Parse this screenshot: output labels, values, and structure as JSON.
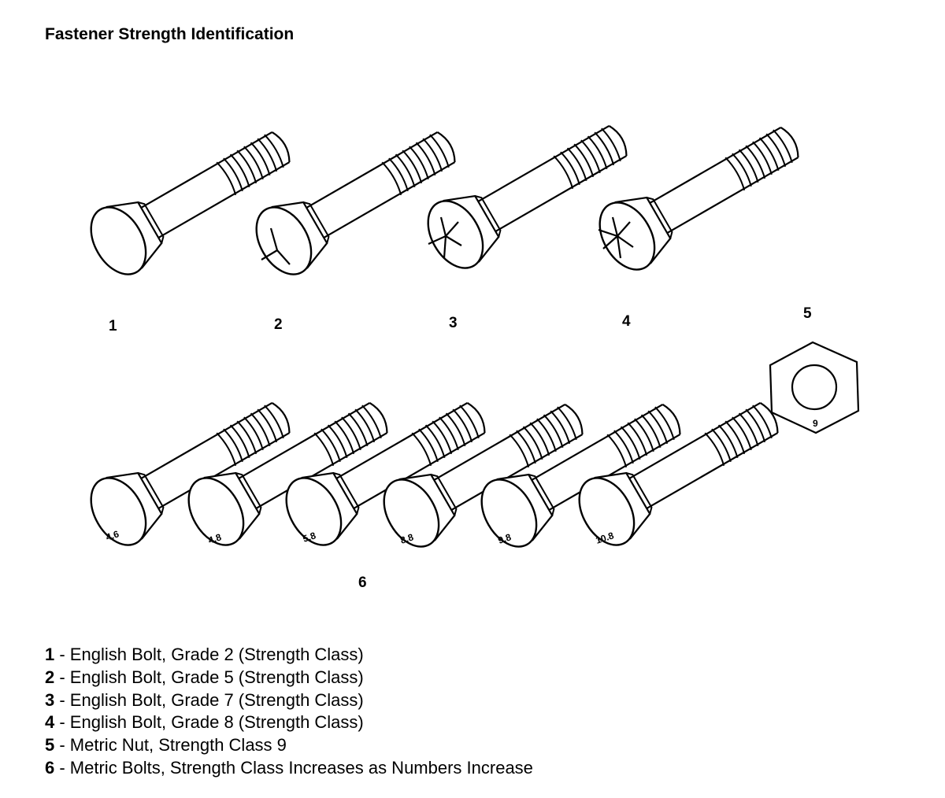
{
  "title": "Fastener Strength Identification",
  "callouts": [
    "1",
    "2",
    "3",
    "4",
    "5",
    "6"
  ],
  "bolt_marks": {
    "english": [
      {
        "callout": "1",
        "radial_lines": 0
      },
      {
        "callout": "2",
        "radial_lines": 3
      },
      {
        "callout": "3",
        "radial_lines": 5
      },
      {
        "callout": "4",
        "radial_lines": 6
      }
    ],
    "metric": [
      "4.6",
      "4.8",
      "5.8",
      "8.8",
      "9.8",
      "10.8"
    ],
    "nut": "9"
  },
  "legend": [
    {
      "num": "1",
      "text": " - English Bolt, Grade 2 (Strength Class)"
    },
    {
      "num": "2",
      "text": " - English Bolt, Grade 5 (Strength Class)"
    },
    {
      "num": "3",
      "text": " - English Bolt, Grade 7 (Strength Class)"
    },
    {
      "num": "4",
      "text": " - English Bolt, Grade 8 (Strength Class)"
    },
    {
      "num": "5",
      "text": " - Metric Nut, Strength Class 9"
    },
    {
      "num": "6",
      "text": " - Metric Bolts, Strength Class Increases as Numbers Increase"
    }
  ]
}
